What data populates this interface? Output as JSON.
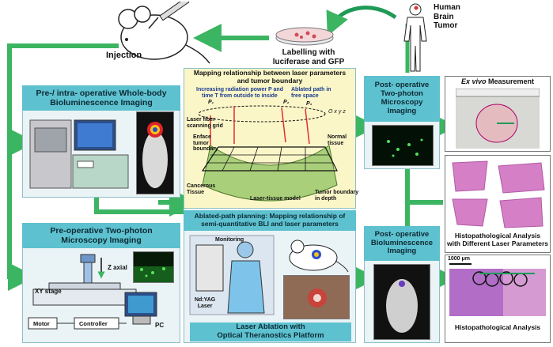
{
  "labels": {
    "human_brain_tumor": [
      "Human",
      "Brain",
      "Tumor"
    ],
    "injection": "Injection",
    "labelling": [
      "Labelling with",
      "luciferase and GFP"
    ],
    "whole_body_bli": [
      "Pre-/ intra- operative Whole-body",
      "Bioluminescence Imaging"
    ],
    "preop_2p": [
      "Pre-operative  Two-photon",
      "Microscopy Imaging"
    ],
    "mapping_title": [
      "Mapping relationship between laser parameters",
      "and tumor boundary"
    ],
    "increasing_power": [
      "Increasing radiation power P and",
      "time T from outside to inside"
    ],
    "ablated_path": [
      "Ablated path in",
      "free space"
    ],
    "laser_fiber": [
      "Laser fiber",
      "scanning grid"
    ],
    "enface": [
      "Enface",
      "tumor",
      "boundary"
    ],
    "normal_tissue": [
      "Normal",
      "tissue"
    ],
    "cancerous": [
      "Cancerous",
      "Tissue"
    ],
    "laser_tissue_model": "Laser-tissue model",
    "tumor_boundary_depth": [
      "Tumor boundary",
      "in depth"
    ],
    "p1": "P₁",
    "p2": "P₂",
    "p3": "P₃",
    "axes": [
      "O",
      "x",
      "y",
      "z"
    ],
    "ablated_planning": [
      "Ablated-path planning: Mapping relationship of",
      "semi-quantitative BLI and laser parameters"
    ],
    "monitoring": "Monitoring",
    "ndyag": [
      "Nd:YAG",
      "Laser"
    ],
    "laser_ablation": [
      "Laser Ablation with",
      "Optical Theranostics Platform"
    ],
    "postop_2p": [
      "Post- operative",
      "Two-photon",
      "Microscopy",
      "Imaging"
    ],
    "postop_bli": [
      "Post- operative",
      "Bioluminescence",
      "Imaging"
    ],
    "ex_vivo_italic": "Ex vivo",
    "ex_vivo_rest": " Measurement",
    "histo_diff": [
      "Histopathological  Analysis",
      "with Different Laser Parameters"
    ],
    "scale_bar": "1000 μm",
    "histo": "Histopathological  Analysis",
    "z_axial": "Z axial",
    "xy_stage": "XY stage",
    "motor": "Motor",
    "controller": "Controller",
    "pc": "PC"
  },
  "colors": {
    "arrow_green": "#3cb562",
    "header_cyan": "#5ec1d0",
    "panel_bg": "#eaf3f5",
    "mapping_bg": "#fbf6c8",
    "tumor_green": "#a9cf7a",
    "histo_pink": "#d57fc6",
    "bli_hot": "#e0242b"
  }
}
